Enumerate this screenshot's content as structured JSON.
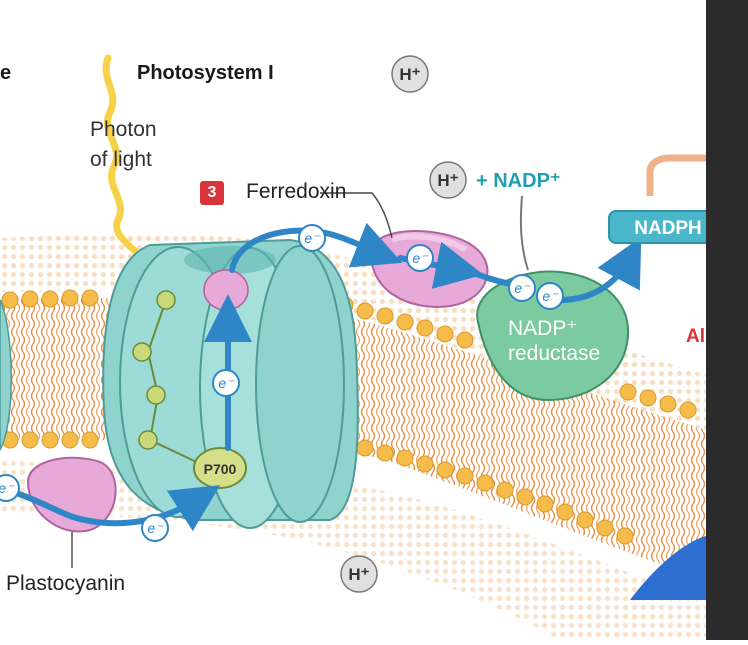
{
  "title_left": "e",
  "title": "Photosystem I",
  "photon": {
    "line1": "Photon",
    "line2": "of light"
  },
  "step_number": "3",
  "ferredoxin": "Ferredoxin",
  "hplus": "H⁺",
  "nadp_plus": "+ NADP⁺",
  "nadph": "NADPH",
  "reductase": {
    "line1": "NADP⁺",
    "line2": "reductase"
  },
  "partial_right": "Al",
  "p700": "P700",
  "electron": "e⁻",
  "plastocyanin": "Plastocyanin",
  "colors": {
    "membrane_head": "#f3b64a",
    "membrane_tail": "#e8894a",
    "protein_teal": "#8fd3cf",
    "pink": "#e6a9d8",
    "green_blob": "#7ccaa0",
    "arrow_blue": "#2f86c6",
    "accent_teal": "#1f9fb0",
    "step_red": "#d8343a"
  }
}
